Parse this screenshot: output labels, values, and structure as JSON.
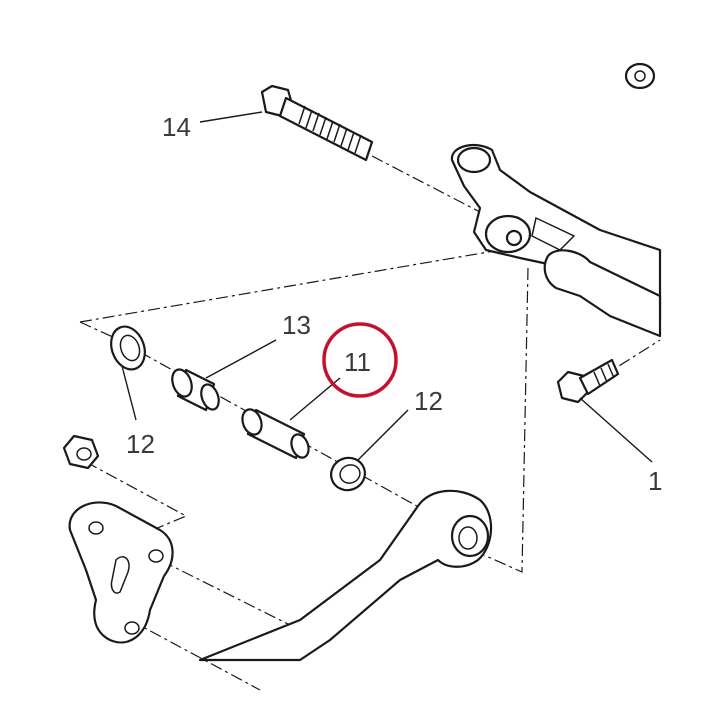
{
  "diagram": {
    "callouts": {
      "c14": "14",
      "c13": "13",
      "c11": "11",
      "c12_left": "12",
      "c12_right": "12",
      "c1_partial": "1"
    },
    "highlight_color": "#c8102e",
    "highlighted_part": "11"
  }
}
